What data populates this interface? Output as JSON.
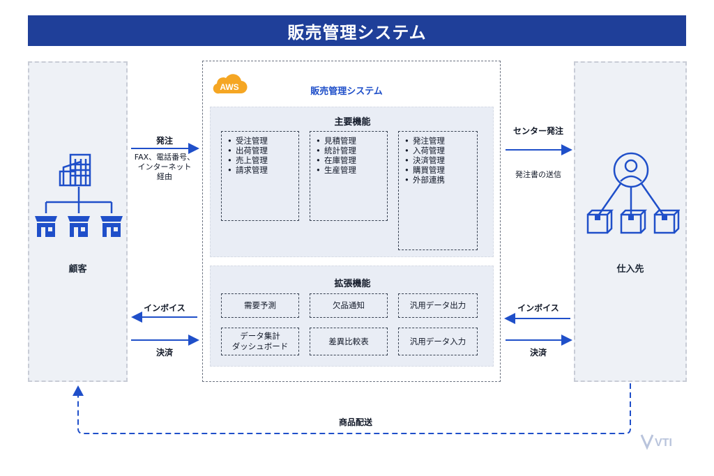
{
  "header": {
    "title": "販売管理システム"
  },
  "customer": {
    "label": "顧客"
  },
  "supplier": {
    "label": "仕入先"
  },
  "system": {
    "cloud_badge": "AWS",
    "name": "販売管理システム",
    "main_features": {
      "title": "主要機能",
      "groups": [
        [
          "受注管理",
          "出荷管理",
          "売上管理",
          "請求管理"
        ],
        [
          "見積管理",
          "統計管理",
          "在庫管理",
          "生産管理"
        ],
        [
          "発注管理",
          "入荷管理",
          "決済管理",
          "購買管理",
          "外部連携"
        ]
      ]
    },
    "extended_features": {
      "title": "拡張機能",
      "items": [
        "需要予測",
        "欠品通知",
        "汎用データ出力",
        "データ集計\nダッシュボード",
        "差異比較表",
        "汎用データ入力"
      ]
    }
  },
  "flows": {
    "order_label": "発注",
    "order_channels": "FAX、電話番号、\nインターネット\n経由",
    "center_order_label": "センター発注",
    "center_order_sub": "発注書の送信",
    "invoice_left": "インボイス",
    "payment_left": "決済",
    "invoice_right": "インボイス",
    "payment_right": "決済",
    "delivery_label": "商品配送"
  },
  "colors": {
    "header_bg": "#1f3f99",
    "accent": "#1f4fc9",
    "panel_bg": "#eef1f6",
    "aws_orange": "#f5a623"
  },
  "watermark": {
    "text": "VTI"
  }
}
